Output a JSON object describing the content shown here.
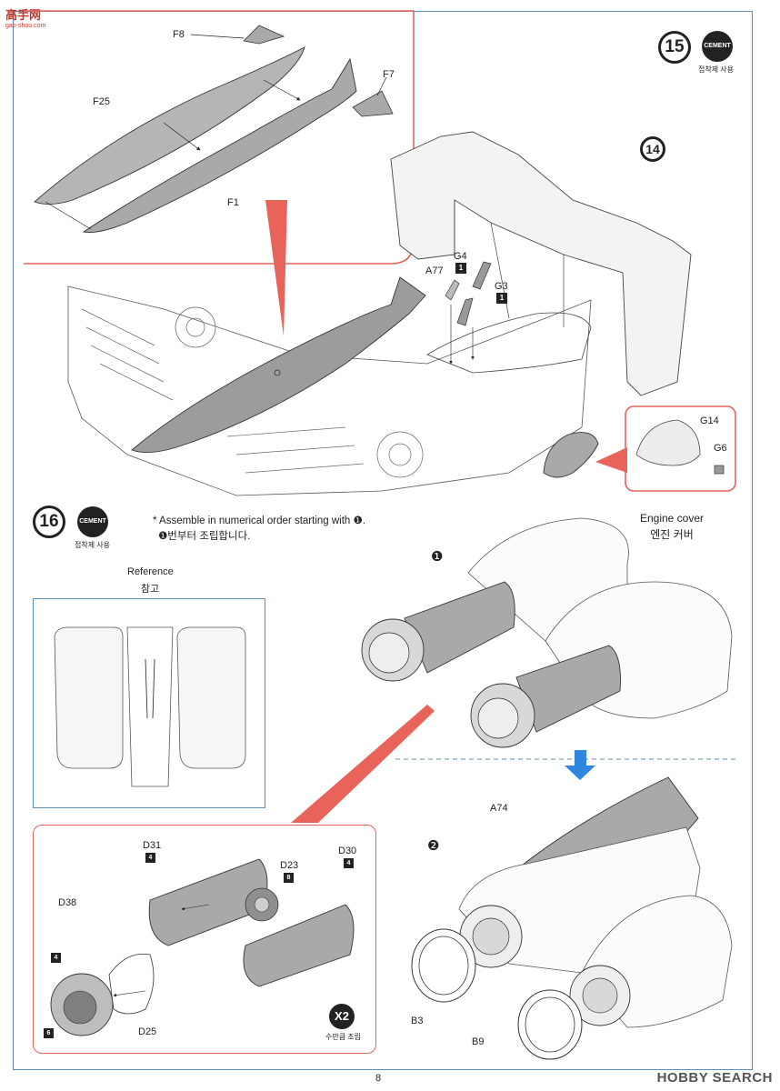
{
  "site_logo": {
    "text": "高手网",
    "sub": "gao-shou.com"
  },
  "step15": {
    "number": "15",
    "cement_label": "CEMENT",
    "cement_note": "접착제 사용"
  },
  "step14_ref": "14",
  "step16": {
    "number": "16",
    "cement_label": "CEMENT",
    "cement_note": "접착제 사용"
  },
  "parts": {
    "F8": "F8",
    "F7": "F7",
    "F25": "F25",
    "F1": "F1",
    "A77": "A77",
    "G4": "G4",
    "G3": "G3",
    "G4_qty": "1",
    "G3_qty": "1",
    "G14": "G14",
    "G6": "G6",
    "D31": "D31",
    "D23": "D23",
    "D30": "D30",
    "D38": "D38",
    "D25": "D25",
    "D31_qty": "4",
    "D23_qty": "8",
    "D30_qty": "4",
    "D38_qty_a": "4",
    "D38_qty_b": "6",
    "A74": "A74",
    "B3": "B3",
    "B9": "B9"
  },
  "instructions": {
    "assemble_en": "* Assemble in numerical order starting with ❶.",
    "assemble_ko": "❶번부터 조립합니다."
  },
  "reference": {
    "en": "Reference",
    "ko": "참고"
  },
  "engine_cover": {
    "en": "Engine cover",
    "ko": "엔진 커버"
  },
  "substeps": {
    "one": "❶",
    "two": "❷"
  },
  "make_two": {
    "label": "X2",
    "sub": "수만큼 조립"
  },
  "watermark": "HOBBY SEARCH",
  "page_number": "8",
  "colors": {
    "frame": "#5f8fb4",
    "callout": "#e8635a",
    "part_fill": "#a9a9a9",
    "arrow_blue": "#2e86de"
  }
}
